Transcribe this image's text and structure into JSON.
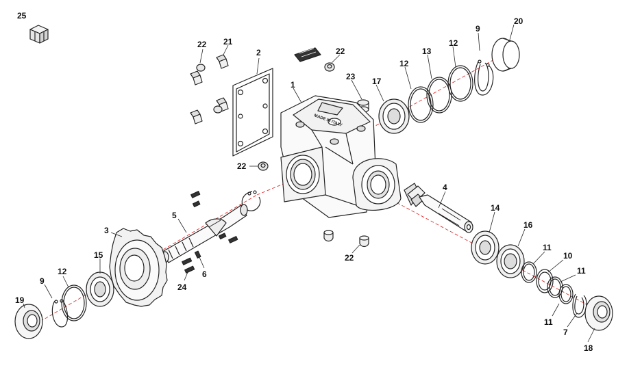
{
  "diagram": {
    "type": "exploded-parts-view",
    "colors": {
      "line": "#222222",
      "axis": "#e03030",
      "fill": "#ffffff",
      "shade": "#d8d8d8"
    },
    "housing_label": "MADE IN ITALY"
  },
  "callouts": {
    "c25": "25",
    "c21": "21",
    "c22a": "22",
    "c2": "2",
    "c22b": "22",
    "c1": "1",
    "c23": "23",
    "c17": "17",
    "c12a": "12",
    "c13": "13",
    "c12b": "12",
    "c9a": "9",
    "c20": "20",
    "c22c": "22",
    "c4": "4",
    "c5": "5",
    "c3": "3",
    "c15": "15",
    "c12c": "12",
    "c9b": "9",
    "c19": "19",
    "c24": "24",
    "c6": "6",
    "c22d": "22",
    "c14": "14",
    "c16": "16",
    "c11a": "11",
    "c10": "10",
    "c11b": "11",
    "c11c": "11",
    "c7": "7",
    "c18": "18"
  }
}
